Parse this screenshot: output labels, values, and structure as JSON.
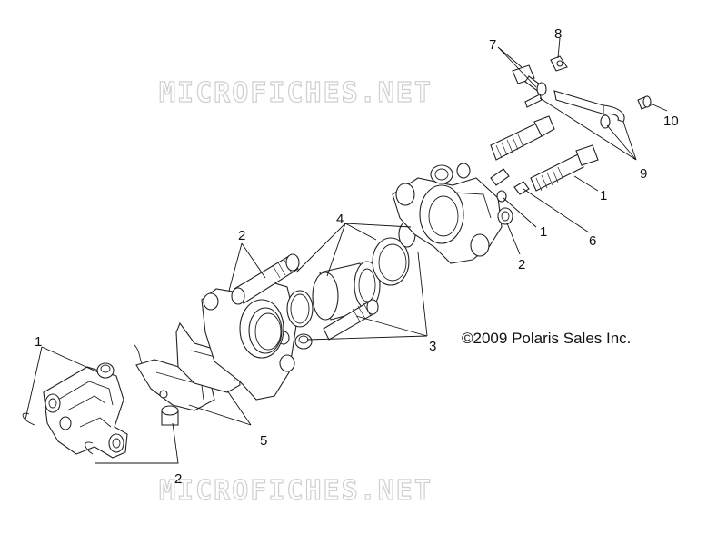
{
  "watermark": {
    "top": "MICROFICHES.NET",
    "bottom": "MICROFICHES.NET"
  },
  "copyright": "©2009 Polaris Sales Inc.",
  "callouts": {
    "c1_left": "1",
    "c2_bottom": "2",
    "c5": "5",
    "c2_mid": "2",
    "c4": "4",
    "c3": "3",
    "c2_right": "2",
    "c1_right_a": "1",
    "c1_right_b": "1",
    "c6": "6",
    "c7": "7",
    "c8": "8",
    "c9": "9",
    "c10": "10"
  }
}
